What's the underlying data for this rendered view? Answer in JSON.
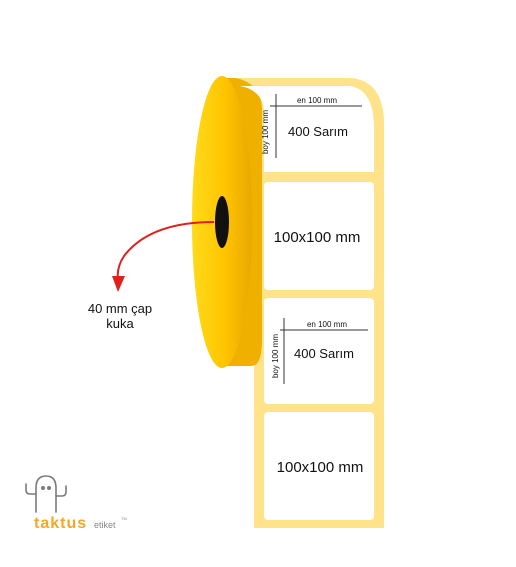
{
  "core_callout": {
    "line1": "40 mm çap",
    "line2": "kuka"
  },
  "labels": [
    {
      "kind": "dimension",
      "width_text": "en 100 mm",
      "height_text": "boy 100 mm",
      "roll_text": "400 Sarım"
    },
    {
      "kind": "size",
      "size_text": "100x100 mm"
    },
    {
      "kind": "dimension",
      "width_text": "en 100 mm",
      "height_text": "boy 100 mm",
      "roll_text": "400 Sarım"
    },
    {
      "kind": "size",
      "size_text": "100x100 mm"
    }
  ],
  "brand": {
    "name": "taktus",
    "suffix": "etiket",
    "trademark": "TM"
  },
  "colors": {
    "roll": "#FFD400",
    "roll_shade": "#F2B400",
    "liner": "#FFE48A",
    "label": "#FFFFFF",
    "core_hole": "#111111",
    "arrow": "#E0201B",
    "brand_orange": "#F5A623",
    "brand_gray": "#888888"
  }
}
